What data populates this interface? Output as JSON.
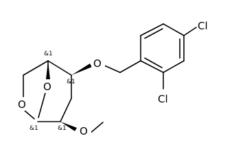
{
  "atoms": {
    "o_ring": "O",
    "o_bridge": "O",
    "o_ether": "O",
    "o_methoxy": "O",
    "cl_para": "Cl",
    "cl_ortho": "Cl"
  },
  "stereo_labels": {
    "c_bridgehead_top": "&1",
    "c_benzyloxy": "&1",
    "c_anomeric": "&1",
    "c_methoxy": "&1"
  }
}
